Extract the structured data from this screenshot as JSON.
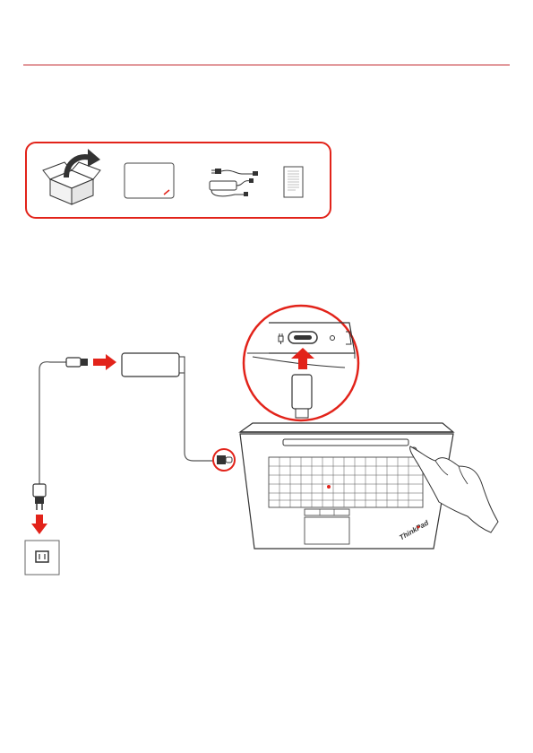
{
  "document": {
    "sections": [
      {
        "name": "package-contents",
        "items": [
          {
            "icon": "unbox-icon"
          },
          {
            "icon": "laptop-icon"
          },
          {
            "icon": "ac-power-adapter-icon"
          },
          {
            "icon": "documentation-icon"
          }
        ]
      },
      {
        "name": "setup-illustration",
        "steps": [
          {
            "icon": "power-cord-icon"
          },
          {
            "icon": "ac-power-adapter-icon"
          },
          {
            "icon": "usb-c-connector-icon"
          },
          {
            "icon": "usb-c-port-icon"
          },
          {
            "icon": "power-button-icon"
          },
          {
            "icon": "electrical-outlet-icon"
          }
        ],
        "laptop_brand": "ThinkPad"
      }
    ],
    "accent_color": "#e2231a",
    "rule_color": "#c2272d"
  }
}
